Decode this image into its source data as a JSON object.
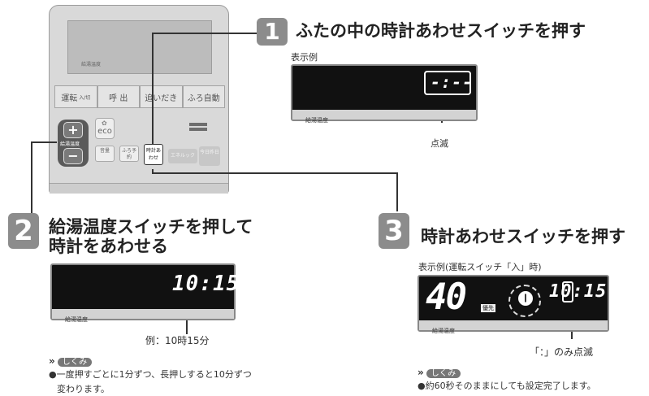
{
  "panel": {
    "screen_label": "給湯温度",
    "buttons": [
      {
        "label": "運転",
        "sub": "入/切"
      },
      {
        "label": "呼 出",
        "sub": ""
      },
      {
        "label": "追いだき",
        "sub": ""
      },
      {
        "label": "ふろ自動",
        "sub": ""
      }
    ],
    "temp_plus": "+",
    "temp_minus": "−",
    "temp_label": "給湯温度",
    "eco_label": "eco",
    "volume_label": "音量",
    "reserve_label": "ふろ予約",
    "clock_label": "時計あわせ",
    "ener_label": "エネルック",
    "day_label": "今日昨日"
  },
  "step1": {
    "number": "1",
    "title": "ふたの中の時計あわせスイッチを押す",
    "example_label": "表示例",
    "display_digits": "-:--",
    "display_foot": "給湯温度",
    "blink_label": "点滅"
  },
  "step2": {
    "number": "2",
    "title_line1": "給湯温度スイッチを押して",
    "title_line2": "時計をあわせる",
    "display_digits": "10:15",
    "display_foot": "給湯温度",
    "example_caption": "例：10時15分",
    "note_tag": "しくみ",
    "note_line1": "●一度押すごとに1分ずつ、長押しすると10分ずつ",
    "note_line2": "変わります。"
  },
  "step3": {
    "number": "3",
    "title": "時計あわせスイッチを押す",
    "example_label": "表示例(運転スイッチ「入」時)",
    "display_temp": "40",
    "display_time": "10:15",
    "display_foot": "給湯温度",
    "display_badge": "優先",
    "blink_caption": "「：」のみ点滅",
    "note_tag": "しくみ",
    "note_line1": "●約60秒そのままにしても設定完了します。"
  },
  "colors": {
    "badge": "#8c8c8c",
    "lcd_bg": "#111111",
    "panel_bg": "#d9d9d9"
  }
}
